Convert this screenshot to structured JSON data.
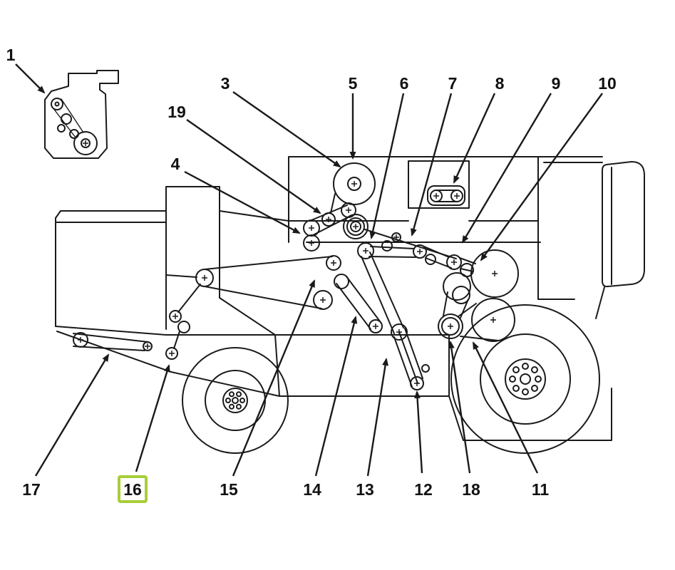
{
  "diagram": {
    "highlight_color": "#a8ce38",
    "line_color": "#1a1a1a",
    "background_color": "#ffffff",
    "highlighted_label": "16",
    "callouts": [
      {
        "label": "1",
        "highlighted": false
      },
      {
        "label": "3",
        "highlighted": false
      },
      {
        "label": "19",
        "highlighted": false
      },
      {
        "label": "4",
        "highlighted": false
      },
      {
        "label": "5",
        "highlighted": false
      },
      {
        "label": "6",
        "highlighted": false
      },
      {
        "label": "7",
        "highlighted": false
      },
      {
        "label": "8",
        "highlighted": false
      },
      {
        "label": "9",
        "highlighted": false
      },
      {
        "label": "10",
        "highlighted": false
      },
      {
        "label": "17",
        "highlighted": false
      },
      {
        "label": "16",
        "highlighted": true
      },
      {
        "label": "15",
        "highlighted": false
      },
      {
        "label": "14",
        "highlighted": false
      },
      {
        "label": "13",
        "highlighted": false
      },
      {
        "label": "12",
        "highlighted": false
      },
      {
        "label": "18",
        "highlighted": false
      },
      {
        "label": "11",
        "highlighted": false
      }
    ]
  }
}
